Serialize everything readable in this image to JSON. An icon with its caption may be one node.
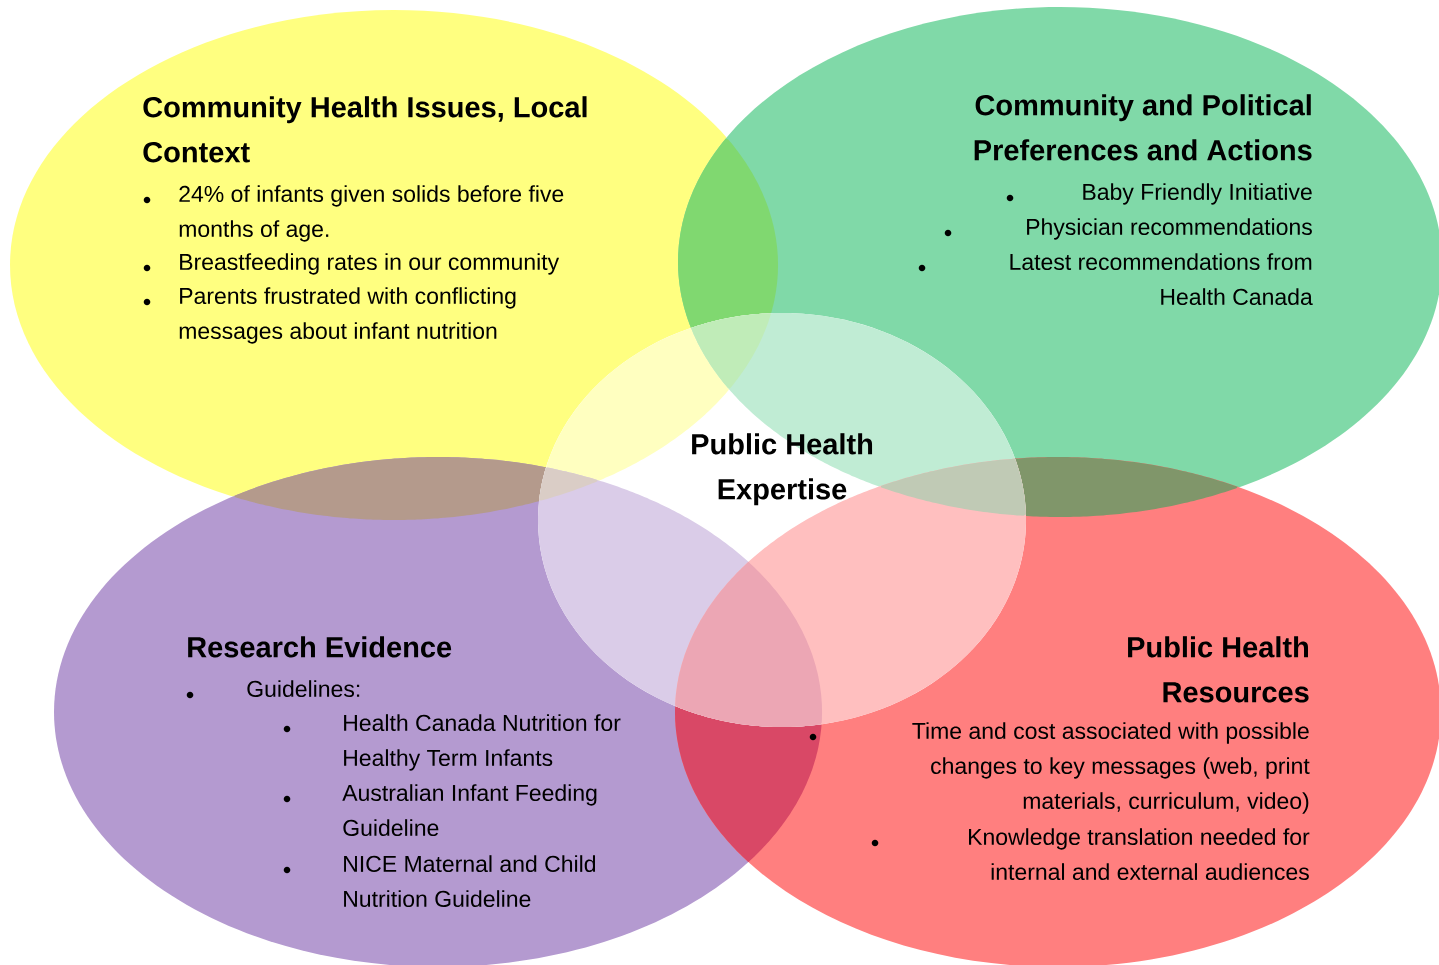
{
  "diagram": {
    "nodes": [
      {
        "text": [
          "Community Health Issues, Local Context",
          "24% of infants given solids before five months of age.",
          "Breastfeeding rates in our community",
          "Parents frustrated with conflicting messages about infant nutrition"
        ]
      },
      {
        "text": [
          "Community and Political Preferences and Actions",
          "Baby Friendly Initiative",
          "Physician recommendations",
          "Latest recommendations from Health Canada"
        ]
      },
      {
        "text": [
          "Research Evidence",
          "Guidelines:",
          "Health Canada Nutrition for Healthy Term Infants",
          "Australian Infant Feeding Guideline",
          "NICE Maternal and Child Nutrition Guideline"
        ]
      },
      {
        "text": [
          "Public Health Resources",
          "Time and cost associated with possible changes to key messages (web, print materials, curriculum, video)",
          "Knowledge translation needed for internal and external audiences"
        ]
      },
      {
        "text": [
          "Public Health Expertise"
        ]
      }
    ]
  }
}
